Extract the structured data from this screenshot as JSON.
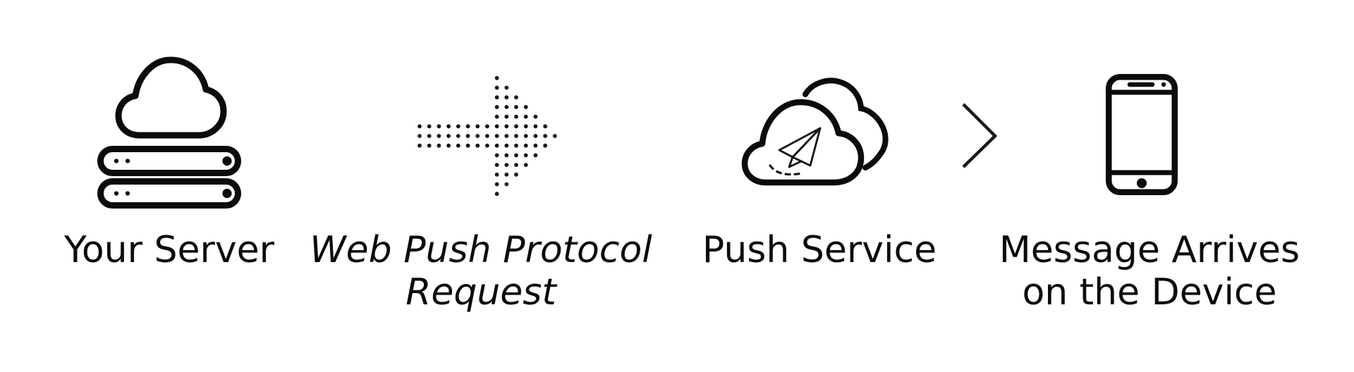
{
  "diagram": {
    "background": "#ffffff",
    "ink": "#0b0b0b",
    "steps": [
      {
        "name": "your-server",
        "icon": "cloud-server-icon",
        "label": "Your Server"
      },
      {
        "name": "web-push-protocol-request",
        "icon": "dotted-arrow-right-icon",
        "label": "Web Push Protocol\nRequest",
        "emphasis": "italic"
      },
      {
        "name": "push-service",
        "icon": "cloud-paper-plane-icon",
        "label": "Push Service"
      },
      {
        "name": "message-arrives",
        "icon": "smartphone-icon",
        "label": "Message Arrives\non the Device"
      }
    ],
    "connector": {
      "icon": "chevron-right-icon"
    }
  }
}
